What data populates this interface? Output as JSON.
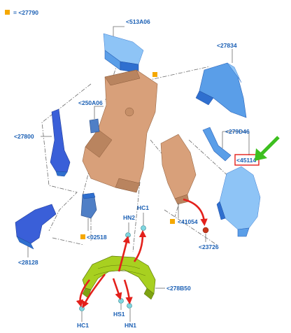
{
  "legend": {
    "marker_color": "#f5a800",
    "text": "= <27790"
  },
  "labels": {
    "p513A06": "<513A06",
    "p27834": "<27834",
    "p250A06": "<250A06",
    "p27800": "<27800",
    "p279D46": "<279D46",
    "p45114": "<45114",
    "p02518": "<02518",
    "p41054": "<41054",
    "p23726": "<23726",
    "p28128": "<28128",
    "p278B50": "<278B50",
    "hn2": "HN2",
    "hc1_top": "HC1",
    "hs1": "HS1",
    "hn1": "HN1",
    "hc1_bottom": "HC1"
  },
  "colors": {
    "highlight_box": "#e3201b",
    "pointer_arrow": "#3dbf1f",
    "red_arrows": "#e3201b",
    "label_text": "#1a5fb4",
    "marker": "#f5a800"
  },
  "icons": {
    "marker": "orange-square-marker",
    "pointer": "green-arrow-icon",
    "fastener": "clip-fastener-icon"
  }
}
